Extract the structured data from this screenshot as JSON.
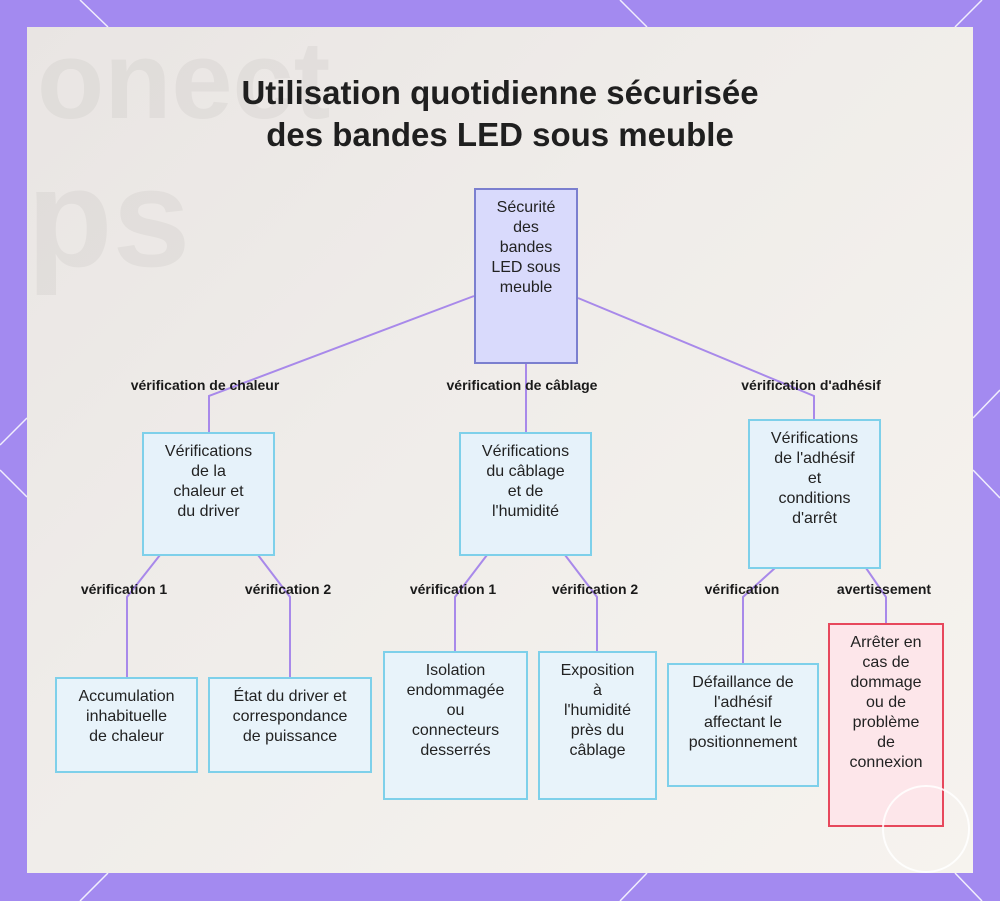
{
  "title_line1": "Utilisation quotidienne sécurisée",
  "title_line2": "des bandes LED sous meuble",
  "nodes": {
    "root": "Sécurité\ndes\nbandes\nLED sous\nmeuble",
    "heat": "Vérifications\nde la\nchaleur et\ndu driver",
    "wiring": "Vérifications\ndu câblage\net de\nl'humidité",
    "adhesive": "Vérifications\nde l'adhésif\net\nconditions\nd'arrêt",
    "heat_build": "Accumulation\ninhabituelle\nde chaleur",
    "driver_state": "État du driver et\ncorrespondance\nde puissance",
    "insulation": "Isolation\nendommagée\nou\nconnecteurs\ndesserrés",
    "humidity": "Exposition\nà\nl'humidité\nprès du\ncâblage",
    "adhesive_fail": "Défaillance de\nl'adhésif\naffectant le\npositionnement",
    "stop": "Arrêter en\ncas de\ndommage\nou de\nproblème\nde\nconnexion"
  },
  "edge_labels": {
    "heat": "vérification de chaleur",
    "wiring": "vérification de câblage",
    "adhesive": "vérification d'adhésif",
    "heat_v1": "vérification 1",
    "heat_v2": "vérification 2",
    "wiring_v1": "vérification 1",
    "wiring_v2": "vérification 2",
    "adh_check": "vérification",
    "adh_warn": "avertissement"
  },
  "colors": {
    "background": "#a38af0",
    "edge": "#a889ea",
    "root_fill": "#d9dafc",
    "node_border": "#7ed0ea",
    "warning_border": "#e7485c"
  }
}
